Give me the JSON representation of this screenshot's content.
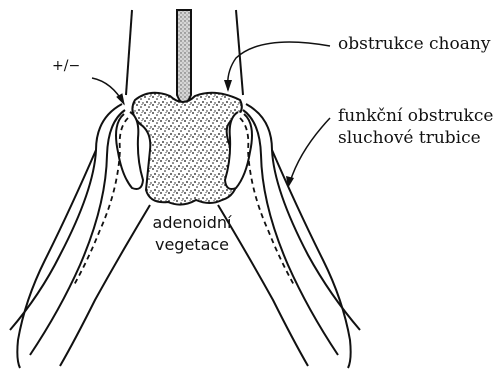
{
  "labels": {
    "plus_minus": "+/−",
    "choana": "obstrukce choany",
    "tube_line1": "funkční obstrukce",
    "tube_line2": "sluchové trubice",
    "adenoid_line1": "adenoidní",
    "adenoid_line2": "vegetace"
  },
  "colors": {
    "ink": "#111111",
    "tube_fill": "#bdbdbd"
  }
}
